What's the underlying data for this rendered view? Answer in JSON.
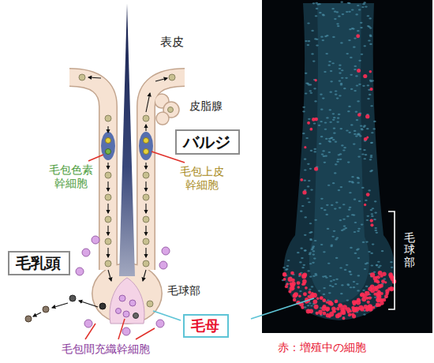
{
  "diagram": {
    "nodes": [
      {
        "text": [
          "バルジ"
        ]
      },
      {
        "text": [
          "毛乳頭"
        ]
      },
      {
        "text": [
          "毛母"
        ]
      }
    ],
    "labels": [
      "表皮",
      "皮脂腺",
      "毛包色素 幹細胞",
      "毛包上皮 幹細胞",
      "毛球部",
      "毛包間充織幹細胞",
      "毛球部",
      "赤：増殖中の細胞"
    ]
  }
}
